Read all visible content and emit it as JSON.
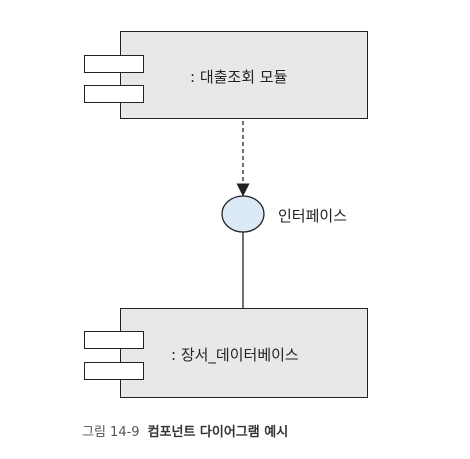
{
  "diagram": {
    "components": [
      {
        "label": ": 대출조회 모듈"
      },
      {
        "label": ": 장서_데이터베이스"
      }
    ],
    "interface": {
      "label": "인터페이스"
    },
    "colors": {
      "component_fill": "#e8e8e8",
      "interface_fill": "#dce9f7",
      "line": "#222222"
    }
  },
  "caption": {
    "figure_number": "그림 14-9",
    "title": "컴포넌트 다이어그램 예시"
  }
}
